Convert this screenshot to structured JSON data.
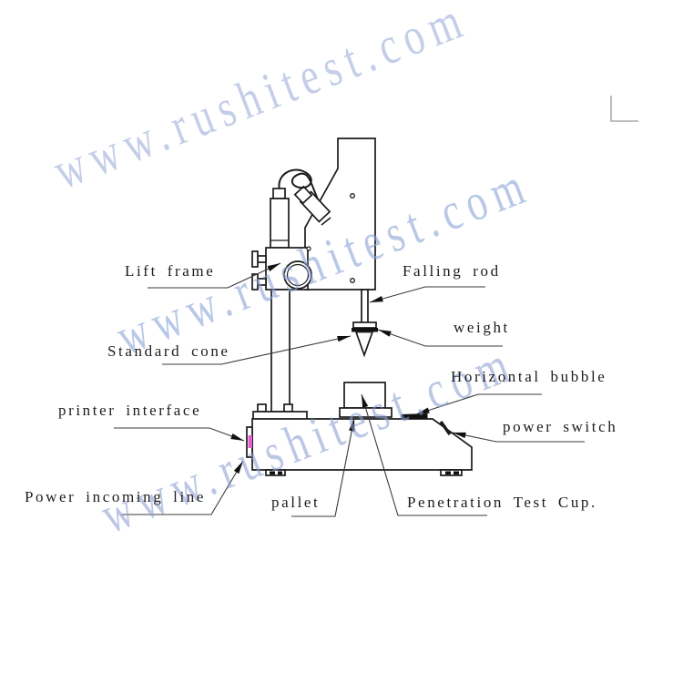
{
  "watermark": {
    "text": "www.rushitest.com"
  },
  "labels": {
    "lift_frame": "Lift frame",
    "falling_rod": "Falling rod",
    "weight": "weight",
    "standard_cone": "Standard cone",
    "horizontal_bubble": "Horizontal bubble",
    "power_switch": "power switch",
    "printer_interface": "printer interface",
    "power_incoming_line": "Power incoming line",
    "pallet": "pallet",
    "penetration_test_cup": "Penetration Test Cup."
  },
  "colors": {
    "watermark_blue": "#8ea9d4",
    "connector_magenta": "#e35fd2",
    "line_black": "#1a1a1a",
    "leader_gray": "#3a3a3a",
    "frame_corner_gray": "#a8a8a8"
  }
}
